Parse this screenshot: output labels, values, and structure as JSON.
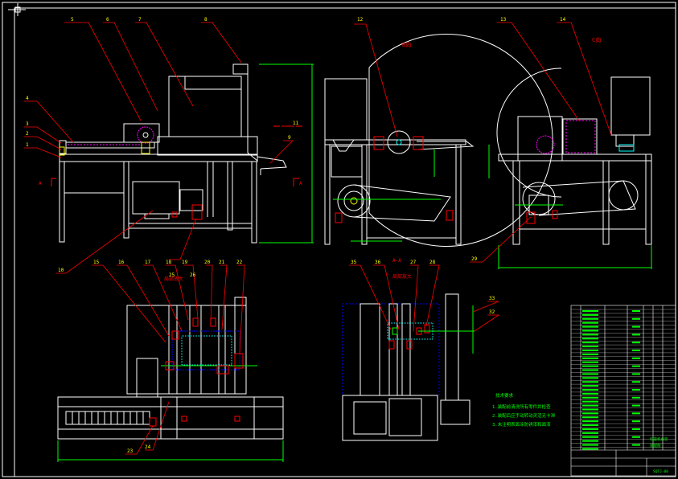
{
  "colors": {
    "background": "#000000",
    "line": "#ffffff",
    "leader": "#ff0000",
    "dimension": "#00ff00",
    "highlight": "#ffff00",
    "accent": "#00ffff",
    "hidden": "#0000ff",
    "part": "#ff00ff"
  },
  "view_labels": {
    "section_aa": "A-A",
    "view_b": "B向",
    "view_c": "C向",
    "detail_1": "局部放大",
    "detail_2": "局部放大"
  },
  "section_marks": {
    "left": "A",
    "right": "A"
  },
  "front_view": {
    "balloons": [
      "5",
      "6",
      "7",
      "8",
      "4",
      "3",
      "2",
      "1",
      "9",
      "10",
      "11"
    ]
  },
  "side_view_1": {
    "balloons": [
      "12"
    ]
  },
  "side_view_2": {
    "balloons": [
      "13",
      "14",
      "29"
    ]
  },
  "bottom_left": {
    "balloons": [
      "15",
      "16",
      "17",
      "18",
      "19",
      "20",
      "21",
      "22",
      "23",
      "24",
      "25",
      "26"
    ]
  },
  "bottom_center": {
    "balloons": [
      "35",
      "36",
      "27",
      "28",
      "33",
      "32"
    ]
  },
  "notes": {
    "title": "技术要求",
    "lines": [
      "1.装配前清洗所有零件并检查",
      "2.装配后应手动转动灵活无卡滞",
      "3.未注明表面涂防锈漆和面漆"
    ]
  },
  "title_block": {
    "drawing_no": "SQTJ-00",
    "name_line1": "切菜机总装",
    "name_line2": "装配图"
  }
}
